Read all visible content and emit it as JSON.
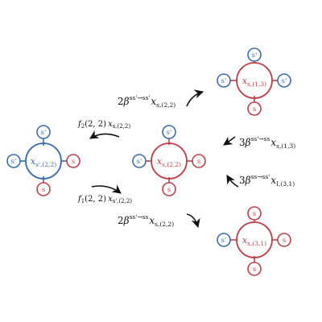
{
  "colors": {
    "blue": "#3b6bb0",
    "red": "#c0404a",
    "arrow": "#111111"
  },
  "nodes": {
    "left": {
      "label": "x",
      "sub": "s',(2,2)",
      "color": "blue",
      "top": "s'",
      "left": "s'",
      "right": "s",
      "bottom": "s"
    },
    "center": {
      "label": "x",
      "sub": "s,(2,2)",
      "color": "red",
      "top": "s'",
      "left": "s'",
      "right": "s",
      "bottom": "s"
    },
    "top_right": {
      "label": "x",
      "sub": "s,(1,3)",
      "color": "red",
      "top": "s'",
      "left": "s'",
      "right": "s'",
      "bottom": "s"
    },
    "bottom_right": {
      "label": "x",
      "sub": "s,(3,1)",
      "color": "red",
      "top": "s",
      "left": "s'",
      "right": "s",
      "bottom": "s"
    }
  },
  "labels": {
    "f2": {
      "coef": "f",
      "coef_sub": "2",
      "args": "(2, 2)",
      "var": "x",
      "var_sub": "s,(2,2)"
    },
    "f1": {
      "coef": "f",
      "coef_sub": "1",
      "args": "(2, 2)",
      "var": "x",
      "var_sub": "s',(2,2)"
    },
    "top": {
      "mult": "2",
      "beta": "β",
      "beta_sup": "ss'→ss'",
      "var": "x",
      "var_sub": "s,(2,2)"
    },
    "bottom": {
      "mult": "2",
      "beta": "β",
      "beta_sup": "ss'→ss",
      "var": "x",
      "var_sub": "s,(2,2)"
    },
    "right_upper": {
      "mult": "3",
      "beta": "β",
      "beta_sup": "ss'→ss",
      "var": "x",
      "var_sub": "s,(1,3)"
    },
    "right_lower": {
      "mult": "3",
      "beta": "β",
      "beta_sup": "ss→ss'",
      "var": "x",
      "var_sub": "I,(3,1)"
    }
  }
}
